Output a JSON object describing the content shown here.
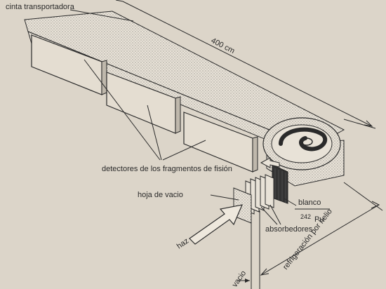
{
  "labels": {
    "conveyor": "cinta transportadora",
    "length": "400 cm",
    "detectors": "detectores de los fragmentos de fisión",
    "vacuum_foil": "hoja de vacio",
    "target": "blanco",
    "isotope_mass": "242",
    "isotope_symbol": "Pu",
    "absorbers": "absorbedores",
    "beam": "haz",
    "vacuum": "vacio",
    "helium_cooling": "refrigeración por helio"
  },
  "colors": {
    "background": "#dcd5c9",
    "line": "#2a2a2a",
    "panel": "#e4ddd1",
    "target_fill": "#333333"
  }
}
